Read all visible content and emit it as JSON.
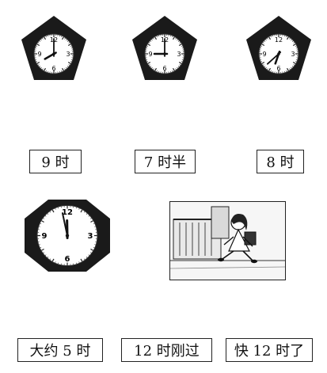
{
  "clocks_top": [
    {
      "hour": 8,
      "minute": 0
    },
    {
      "hour": 9,
      "minute": 0
    },
    {
      "hour": 6,
      "minute": 38
    }
  ],
  "clocks_bottom": [
    {
      "hour": 11,
      "minute": 58
    }
  ],
  "clock_numerals": {
    "twelve": "12",
    "three": "3",
    "six": "6",
    "nine": "9"
  },
  "labels_top": [
    "9 时",
    "7 时半",
    "8 时"
  ],
  "labels_bottom": [
    "大约 5 时",
    "12 时刚过",
    "快 12 时了"
  ],
  "colors": {
    "frame": "#1a1a1a",
    "face": "#ffffff",
    "ink": "#111111"
  }
}
